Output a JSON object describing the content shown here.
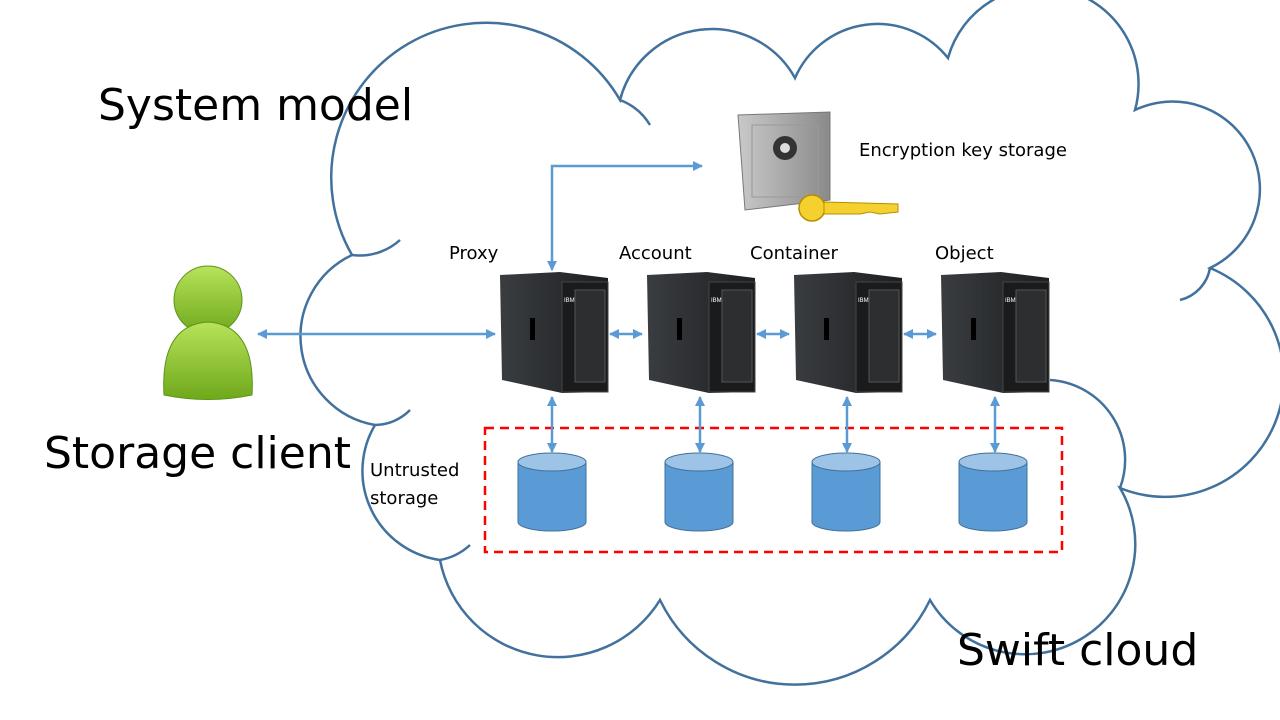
{
  "title": "System model",
  "client_label": "Storage client",
  "cloud_label": "Swift cloud",
  "key_storage_label": "Encryption key storage",
  "untrusted_label_line1": "Untrusted",
  "untrusted_label_line2": "storage",
  "servers": [
    {
      "label": "Proxy"
    },
    {
      "label": "Account"
    },
    {
      "label": "Container"
    },
    {
      "label": "Object"
    }
  ],
  "server_brand": "IBM",
  "colors": {
    "cloud": "#41719C",
    "arrow": "#5B9BD5",
    "storage": "#5B9BD5",
    "boundary": "#FF0000",
    "client": "#8CC63F"
  }
}
